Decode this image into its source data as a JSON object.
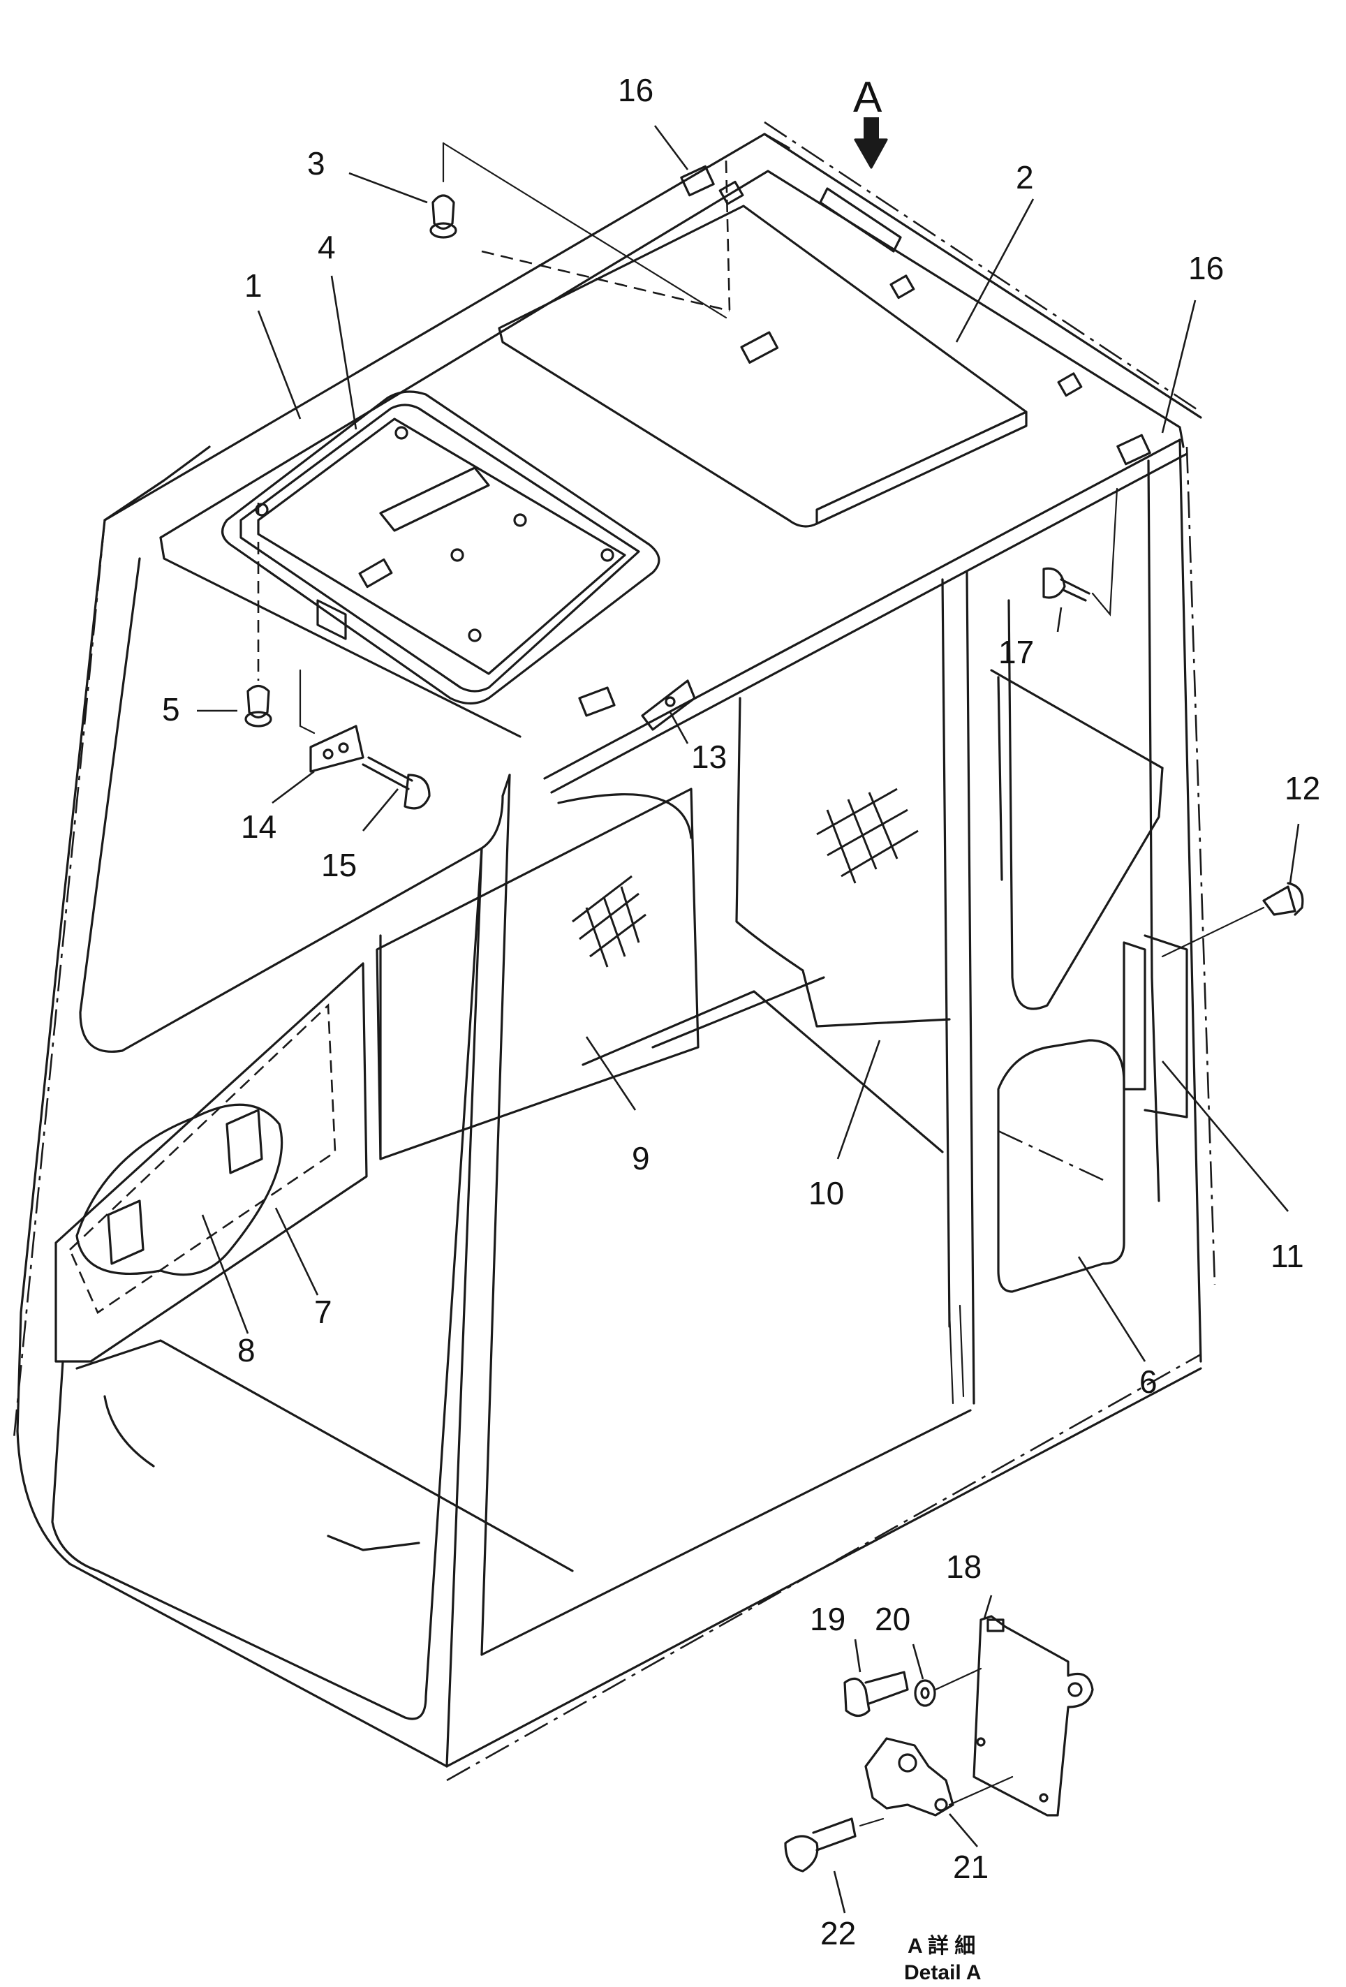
{
  "view_marker": "A",
  "caption": {
    "japanese": "A 詳 細",
    "english": "Detail A"
  },
  "callouts": [
    {
      "id": "c16a",
      "label": "16"
    },
    {
      "id": "c3",
      "label": "3"
    },
    {
      "id": "c2",
      "label": "2"
    },
    {
      "id": "c16b",
      "label": "16"
    },
    {
      "id": "c4",
      "label": "4"
    },
    {
      "id": "c1",
      "label": "1"
    },
    {
      "id": "c5",
      "label": "5"
    },
    {
      "id": "c14",
      "label": "14"
    },
    {
      "id": "c15",
      "label": "15"
    },
    {
      "id": "c13",
      "label": "13"
    },
    {
      "id": "c17",
      "label": "17"
    },
    {
      "id": "c12",
      "label": "12"
    },
    {
      "id": "c9",
      "label": "9"
    },
    {
      "id": "c10",
      "label": "10"
    },
    {
      "id": "c11",
      "label": "11"
    },
    {
      "id": "c7",
      "label": "7"
    },
    {
      "id": "c8",
      "label": "8"
    },
    {
      "id": "c6",
      "label": "6"
    },
    {
      "id": "c18",
      "label": "18"
    },
    {
      "id": "c20",
      "label": "20"
    },
    {
      "id": "c19",
      "label": "19"
    },
    {
      "id": "c21",
      "label": "21"
    },
    {
      "id": "c22",
      "label": "22"
    }
  ]
}
